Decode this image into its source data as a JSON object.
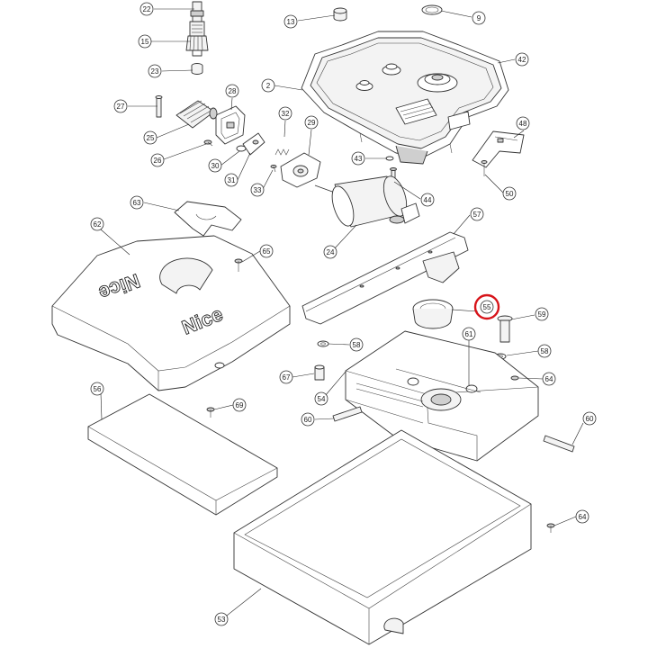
{
  "brand": {
    "logo_text_front": "Nice",
    "logo_text_top": "Nice"
  },
  "highlight": {
    "part": "55",
    "color": "#d7141a"
  },
  "callouts": [
    {
      "id": "c22",
      "label": "22"
    },
    {
      "id": "c13",
      "label": "13"
    },
    {
      "id": "c9",
      "label": "9"
    },
    {
      "id": "c15",
      "label": "15"
    },
    {
      "id": "c23",
      "label": "23"
    },
    {
      "id": "c42",
      "label": "42"
    },
    {
      "id": "c2",
      "label": "2"
    },
    {
      "id": "c28",
      "label": "28"
    },
    {
      "id": "c27",
      "label": "27"
    },
    {
      "id": "c32",
      "label": "32"
    },
    {
      "id": "c29",
      "label": "29"
    },
    {
      "id": "c48",
      "label": "48"
    },
    {
      "id": "c25",
      "label": "25"
    },
    {
      "id": "c26",
      "label": "26"
    },
    {
      "id": "c30",
      "label": "30"
    },
    {
      "id": "c31",
      "label": "31"
    },
    {
      "id": "c33",
      "label": "33"
    },
    {
      "id": "c43",
      "label": "43"
    },
    {
      "id": "c44",
      "label": "44"
    },
    {
      "id": "c50",
      "label": "50"
    },
    {
      "id": "c63",
      "label": "63"
    },
    {
      "id": "c57",
      "label": "57"
    },
    {
      "id": "c62",
      "label": "62"
    },
    {
      "id": "c24",
      "label": "24"
    },
    {
      "id": "c65",
      "label": "65"
    },
    {
      "id": "c55",
      "label": "55"
    },
    {
      "id": "c59",
      "label": "59"
    },
    {
      "id": "c58a",
      "label": "58"
    },
    {
      "id": "c61",
      "label": "61"
    },
    {
      "id": "c58b",
      "label": "58"
    },
    {
      "id": "c67",
      "label": "67"
    },
    {
      "id": "c64a",
      "label": "64"
    },
    {
      "id": "c54",
      "label": "54"
    },
    {
      "id": "c56",
      "label": "56"
    },
    {
      "id": "c69",
      "label": "69"
    },
    {
      "id": "c60a",
      "label": "60"
    },
    {
      "id": "c60b",
      "label": "60"
    },
    {
      "id": "c64b",
      "label": "64"
    },
    {
      "id": "c53",
      "label": "53"
    }
  ]
}
